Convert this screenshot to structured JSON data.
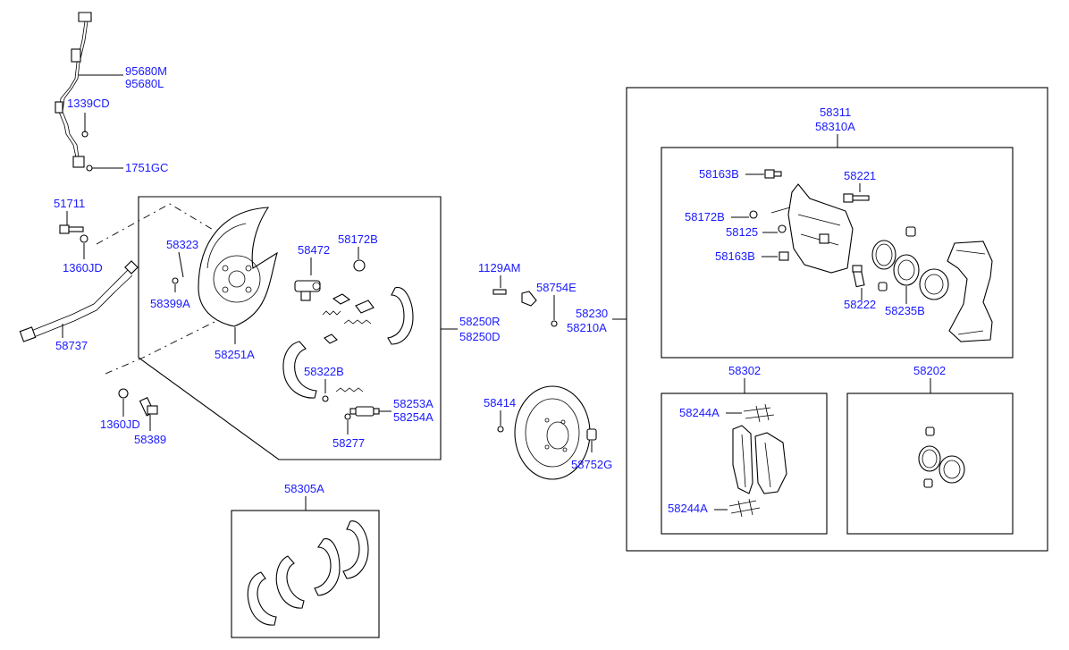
{
  "labels": {
    "p95680M": "95680M",
    "p95680L": "95680L",
    "p1339CD": "1339CD",
    "p1751GC": "1751GC",
    "p51711": "51711",
    "p1360JD_top": "1360JD",
    "p58737": "58737",
    "p1360JD_bot": "1360JD",
    "p58389": "58389",
    "p58323": "58323",
    "p58399A": "58399A",
    "p58472": "58472",
    "p58172B_left": "58172B",
    "p58251A": "58251A",
    "p58322B": "58322B",
    "p58253A": "58253A",
    "p58254A": "58254A",
    "p58277": "58277",
    "p58250R": "58250R",
    "p58250D": "58250D",
    "p1129AM": "1129AM",
    "p58754E": "58754E",
    "p58230": "58230",
    "p58210A": "58210A",
    "p58414": "58414",
    "p58752G": "58752G",
    "p58305A": "58305A",
    "p58311": "58311",
    "p58310A": "58310A",
    "p58163B_top": "58163B",
    "p58221": "58221",
    "p58172B_right": "58172B",
    "p58125": "58125",
    "p58163B_bot": "58163B",
    "p58222": "58222",
    "p58235B": "58235B",
    "p58302": "58302",
    "p58202": "58202",
    "p58244A_top": "58244A",
    "p58244A_bot": "58244A"
  }
}
